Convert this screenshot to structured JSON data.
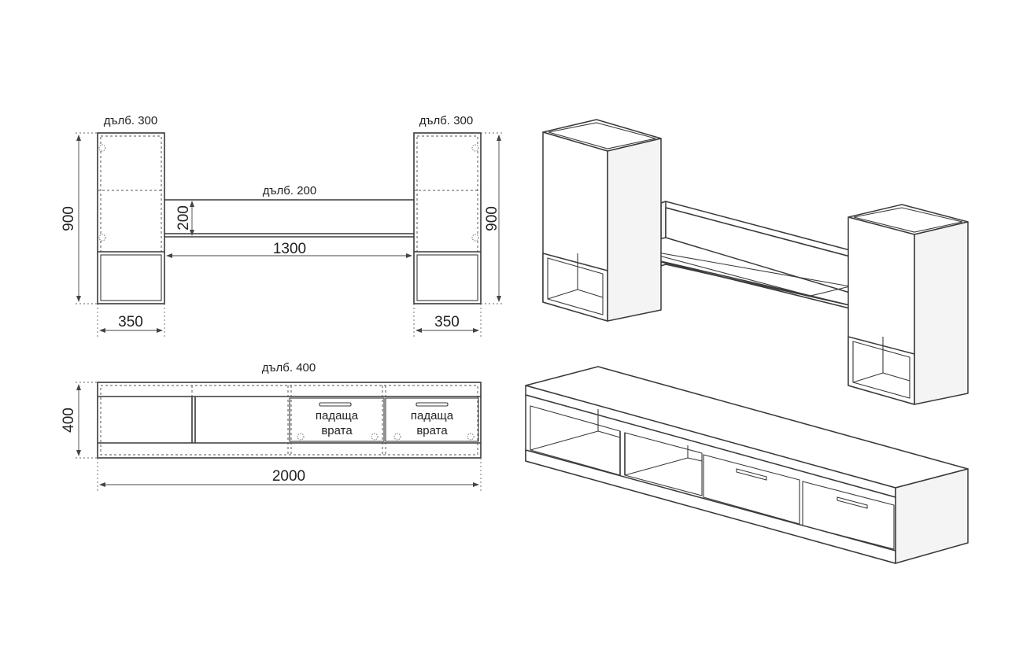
{
  "wall_units": {
    "left_depth": "дълб. 300",
    "right_depth": "дълб. 300",
    "shelf_depth": "дълб. 200",
    "left_height": "900",
    "right_height": "900",
    "shelf_height": "200",
    "shelf_width": "1300",
    "left_width": "350",
    "right_width": "350"
  },
  "tv_unit": {
    "depth": "дълб. 400",
    "height": "400",
    "width": "2000",
    "door1_line1": "падаща",
    "door1_line2": "врата",
    "door2_line1": "падаща",
    "door2_line2": "врата"
  }
}
